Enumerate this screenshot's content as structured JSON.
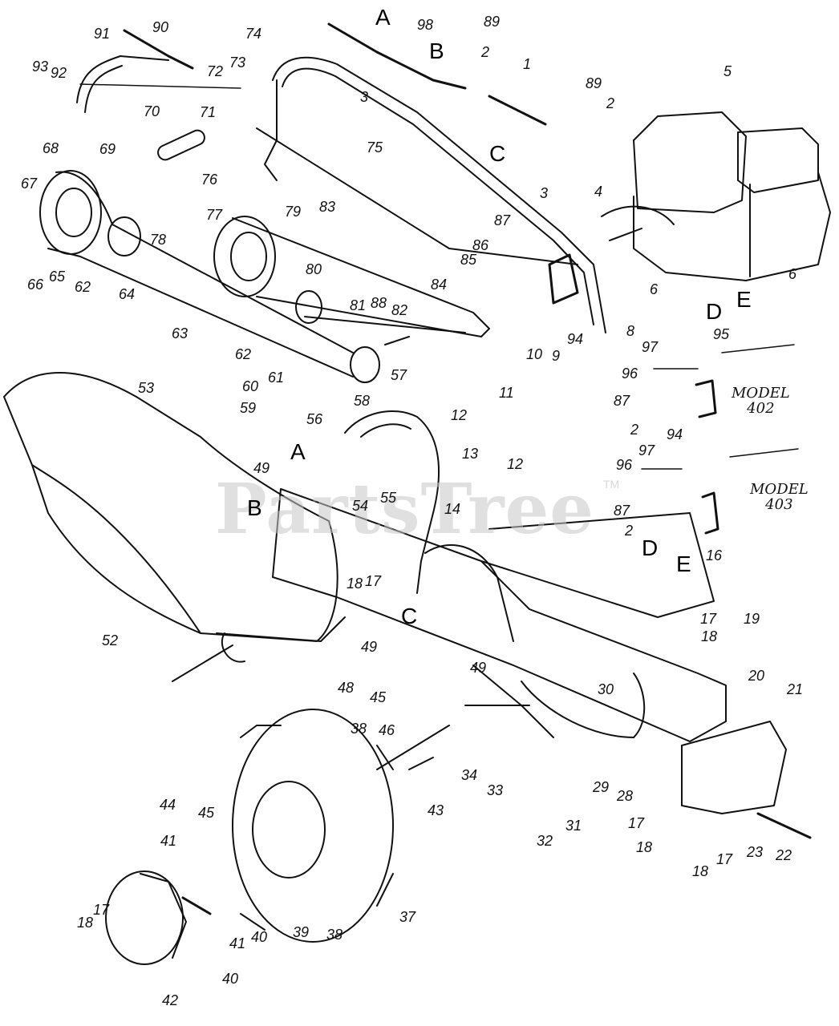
{
  "watermark": {
    "text": "PartsTree",
    "mark": "TM"
  },
  "models": [
    {
      "id": "model-402",
      "line1": "MODEL",
      "line2": "402"
    },
    {
      "id": "model-403",
      "line1": "MODEL",
      "line2": "403"
    }
  ],
  "letters": [
    "A",
    "B",
    "C",
    "D",
    "E",
    "A",
    "B",
    "C",
    "D",
    "E"
  ],
  "callouts": [
    "90",
    "91",
    "93",
    "92",
    "72",
    "73",
    "74",
    "98",
    "89",
    "2",
    "1",
    "89",
    "5",
    "2",
    "70",
    "71",
    "3",
    "75",
    "68",
    "69",
    "67",
    "76",
    "77",
    "79",
    "83",
    "C",
    "3",
    "4",
    "78",
    "87",
    "86",
    "85",
    "66",
    "65",
    "62",
    "64",
    "80",
    "84",
    "6",
    "6",
    "81",
    "88",
    "82",
    "63",
    "8",
    "9",
    "10",
    "94",
    "97",
    "95",
    "62",
    "57",
    "11",
    "96",
    "53",
    "60",
    "61",
    "59",
    "58",
    "12",
    "87",
    "56",
    "13",
    "2",
    "94",
    "49",
    "12",
    "97",
    "96",
    "54",
    "55",
    "14",
    "87",
    "16",
    "2",
    "17",
    "18",
    "52",
    "17",
    "19",
    "18",
    "49",
    "49",
    "30",
    "20",
    "48",
    "45",
    "21",
    "38",
    "46",
    "34",
    "33",
    "43",
    "29",
    "28",
    "44",
    "45",
    "17",
    "41",
    "32",
    "31",
    "18",
    "17",
    "23",
    "22",
    "18",
    "37",
    "17",
    "18",
    "41",
    "40",
    "39",
    "38",
    "40",
    "42"
  ]
}
